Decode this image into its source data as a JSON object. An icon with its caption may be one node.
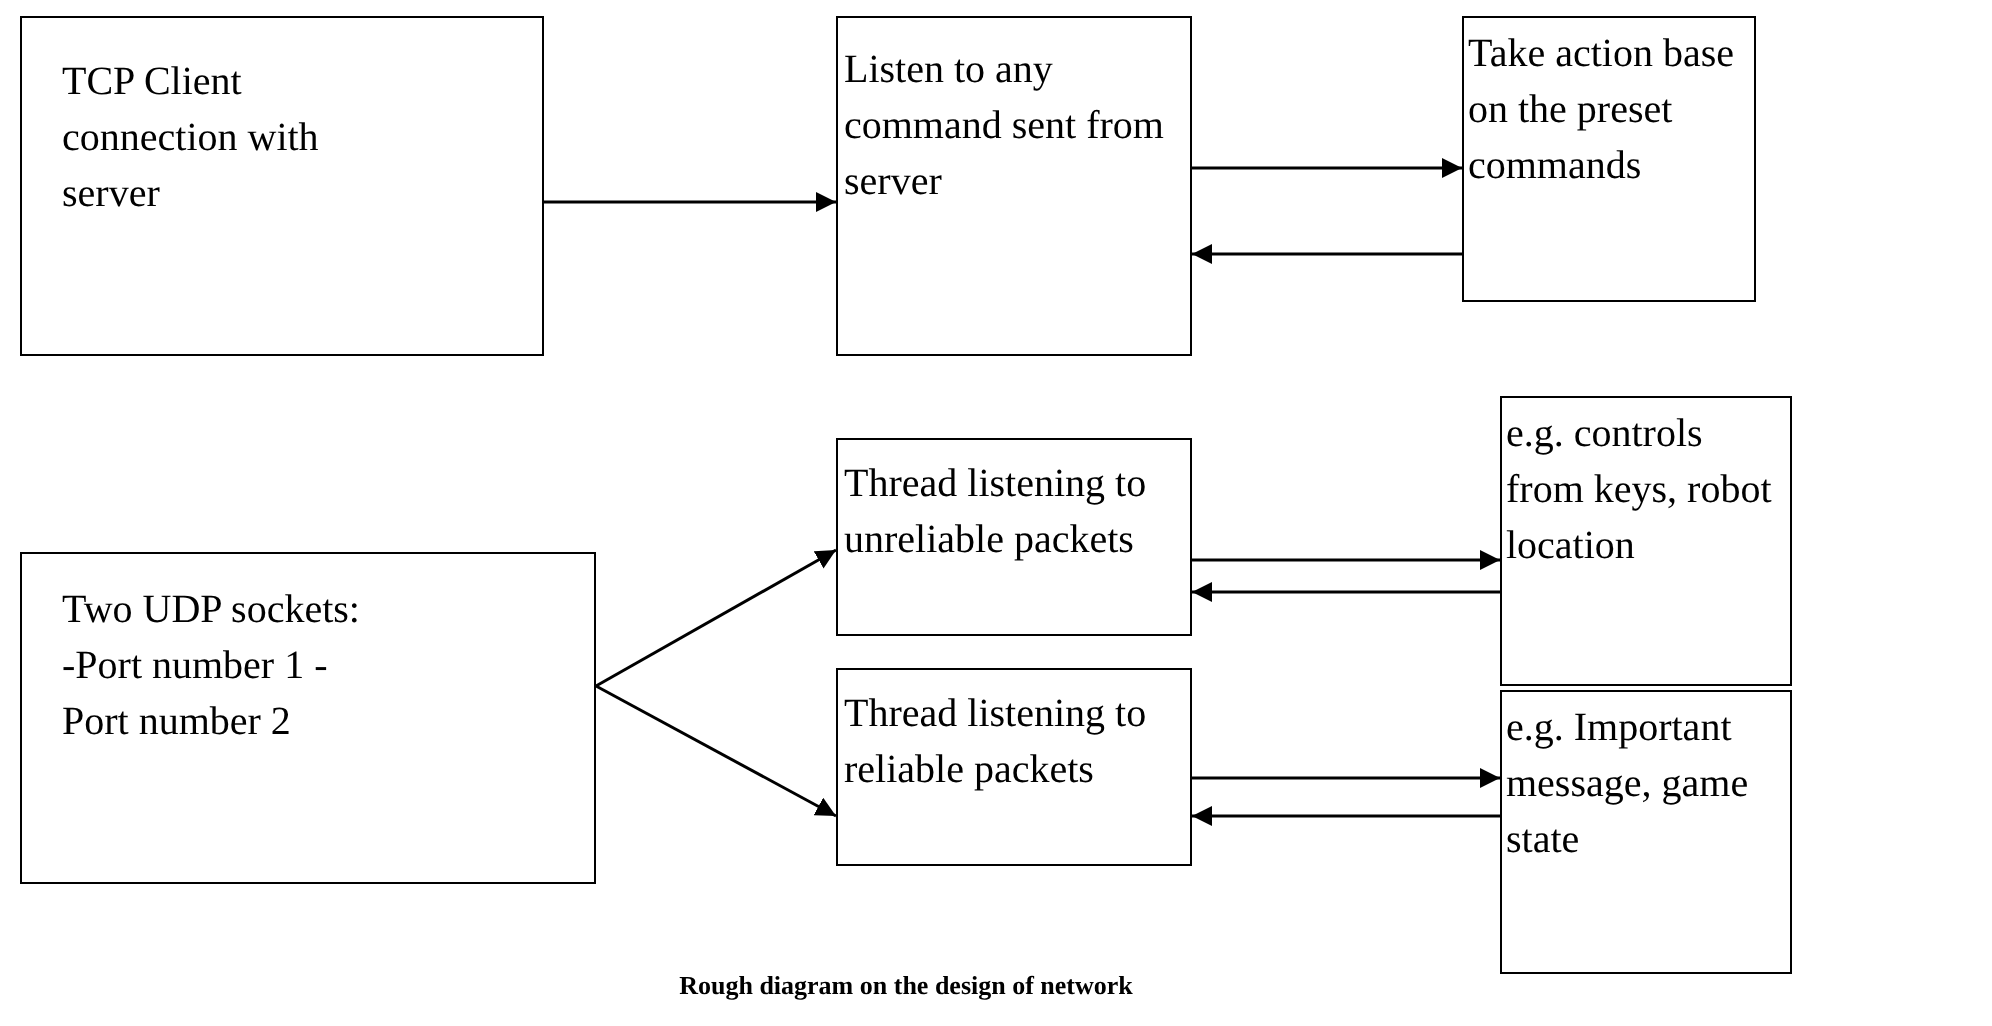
{
  "diagram": {
    "caption": "Rough diagram on the design of network",
    "nodes": [
      {
        "text": [
          "TCP Client connection with server"
        ]
      },
      {
        "text": [
          "Listen to any command sent from server"
        ]
      },
      {
        "text": [
          "Take action base on the preset commands"
        ]
      },
      {
        "text": [
          "Two UDP sockets: -Port number 1 -Port number 2"
        ]
      },
      {
        "text": [
          "Thread listening to unreliable packets"
        ]
      },
      {
        "text": [
          "e.g. controls from keys, robot location"
        ]
      },
      {
        "text": [
          "Thread listening to reliable packets"
        ]
      },
      {
        "text": [
          "e.g. Important message, game state"
        ]
      }
    ],
    "edges": [
      {
        "from": 0,
        "to": 1,
        "arrow": "to"
      },
      {
        "from": 1,
        "to": 2,
        "arrow": "to"
      },
      {
        "from": 2,
        "to": 1,
        "arrow": "to"
      },
      {
        "from": 3,
        "to": 4,
        "arrow": "to"
      },
      {
        "from": 3,
        "to": 6,
        "arrow": "to"
      },
      {
        "from": 4,
        "to": 5,
        "arrow": "to"
      },
      {
        "from": 5,
        "to": 4,
        "arrow": "to"
      },
      {
        "from": 6,
        "to": 7,
        "arrow": "to"
      },
      {
        "from": 7,
        "to": 6,
        "arrow": "to"
      }
    ]
  }
}
